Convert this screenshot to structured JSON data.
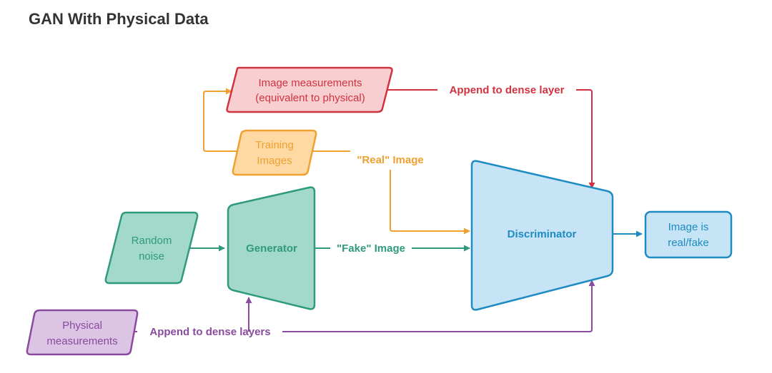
{
  "title": "GAN With Physical Data",
  "colors": {
    "red": "#d0333f",
    "red_fill": "#f8cfd0",
    "orange": "#f0a030",
    "orange_fill": "#fed9a4",
    "green": "#2f9a7c",
    "green_fill": "#a3d9cb",
    "blue": "#1e8bc3",
    "blue_fill": "#c6e4f5",
    "purple": "#8a4a9e",
    "purple_fill": "#dcc4e4",
    "text": "#333333"
  },
  "nodes": {
    "image_measurements": {
      "line1": "Image measurements",
      "line2": "(equivalent to physical)"
    },
    "training_images": {
      "line1": "Training",
      "line2": "Images"
    },
    "random_noise": {
      "line1": "Random",
      "line2": "noise"
    },
    "generator": {
      "label": "Generator"
    },
    "discriminator": {
      "label": "Discriminator"
    },
    "output": {
      "line1": "Image is",
      "line2": "real/fake"
    },
    "physical_measurements": {
      "line1": "Physical",
      "line2": "measurements"
    }
  },
  "edges": {
    "append_dense_layer": "Append to dense layer",
    "real_image": "\"Real\" Image",
    "fake_image": "\"Fake\" Image",
    "append_dense_layers": "Append to dense layers"
  }
}
